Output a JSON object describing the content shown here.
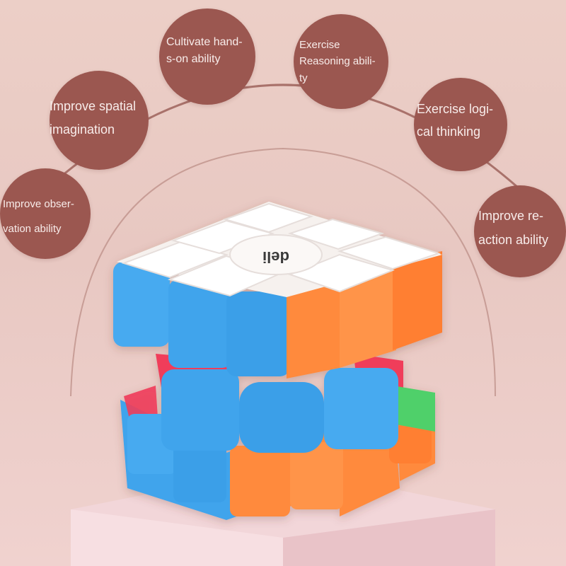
{
  "bubbles": [
    {
      "id": "hands-on",
      "text": "Cultivate hand-\ns-on ability"
    },
    {
      "id": "reasoning",
      "text": "Exercise\nReasoning abili-\nty"
    },
    {
      "id": "spatial",
      "text": "Improve spatial\nimagination"
    },
    {
      "id": "logical",
      "text": "Exercise logi-\ncal thinking"
    },
    {
      "id": "observation",
      "text": "Improve obser-\nvation ability"
    },
    {
      "id": "reaction",
      "text": "Improve re-\naction ability"
    }
  ],
  "cube": {
    "brand_logo": "deli",
    "colors": {
      "top": "#f6f1ee",
      "front": "#3fa4ec",
      "right": "#ff8a3d",
      "red": "#f03c5a",
      "green": "#4fd06a"
    }
  },
  "colors": {
    "bubble": "#9b5750",
    "arc": "#a9726b",
    "pedestal": "#f2d6d9"
  }
}
